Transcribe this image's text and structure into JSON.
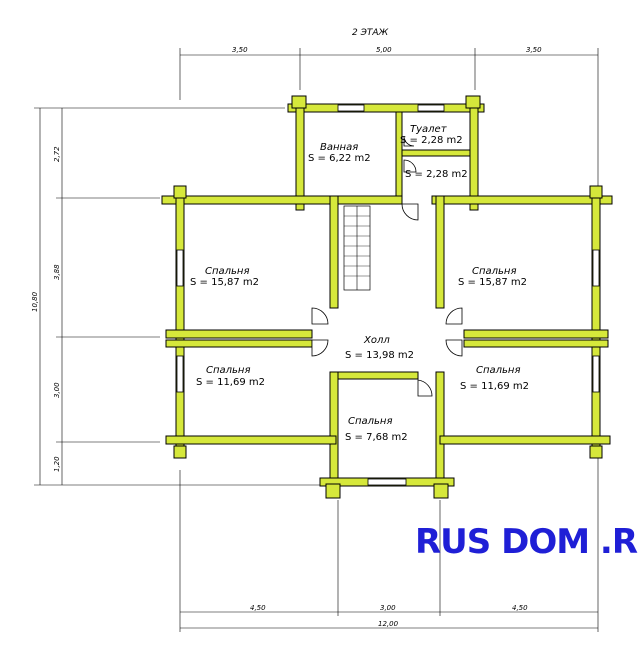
{
  "title": "2 ЭТАЖ",
  "dimensions": {
    "top": [
      "3,50",
      "5,00",
      "3,50"
    ],
    "bottom": [
      "4,50",
      "3,00",
      "4,50"
    ],
    "bottom_total": "12,00",
    "left_total": "10,80",
    "left": [
      "2,72",
      "3,88",
      "3,00",
      "1,20"
    ]
  },
  "rooms": [
    {
      "name": "Ванная",
      "area": "S = 6,22 m2"
    },
    {
      "name": "Туалет",
      "area": "S = 2,28 m2"
    },
    {
      "name": "",
      "area": "S = 2,28 m2"
    },
    {
      "name": "Спальня",
      "area": "S = 15,87 m2"
    },
    {
      "name": "Спальня",
      "area": "S = 15,87 m2"
    },
    {
      "name": "Холл",
      "area": "S = 13,98 m2"
    },
    {
      "name": "Спальня",
      "area": "S = 11,69 m2"
    },
    {
      "name": "Спальня",
      "area": "S = 11,69 m2"
    },
    {
      "name": "Спальня",
      "area": "S = 7,68 m2"
    }
  ],
  "brand": "RUS DOM .RU",
  "colors": {
    "wall": "#d6e83b",
    "brand": "#1f1fd6"
  }
}
